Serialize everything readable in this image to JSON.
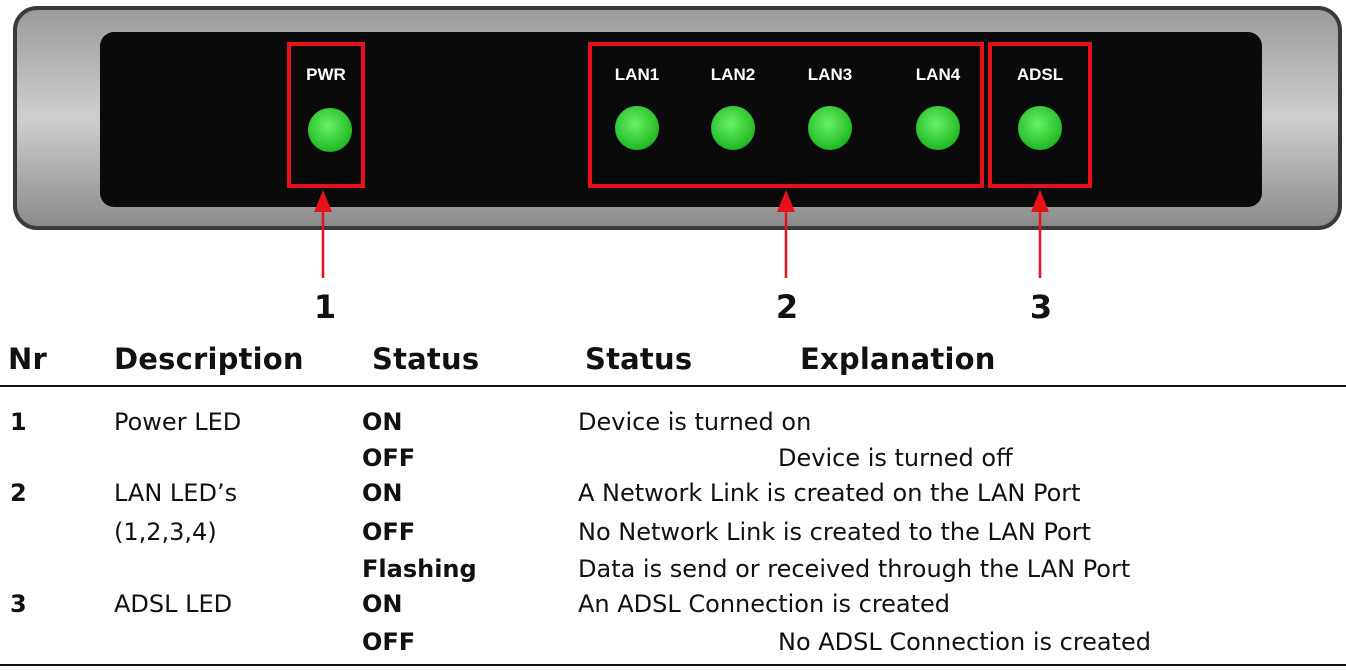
{
  "panel": {
    "leds": [
      {
        "label": "PWR",
        "color": "#2bd42b"
      },
      {
        "label": "LAN1",
        "color": "#2bd42b"
      },
      {
        "label": "LAN2",
        "color": "#2bd42b"
      },
      {
        "label": "LAN3",
        "color": "#2bd42b"
      },
      {
        "label": "LAN4",
        "color": "#2bd42b"
      },
      {
        "label": "ADSL",
        "color": "#2bd42b"
      }
    ],
    "callouts": [
      "1",
      "2",
      "3"
    ],
    "highlight_color": "#e8101a"
  },
  "table": {
    "headers": {
      "nr": "Nr",
      "description": "Description",
      "status": "Status",
      "status2": "Status",
      "explanation": "Explanation"
    },
    "rows": [
      {
        "nr": "1",
        "description": "Power LED",
        "status": "ON",
        "explanation": "Device is turned on"
      },
      {
        "nr": "",
        "description": "",
        "status": "OFF",
        "explanation": "Device is turned off"
      },
      {
        "nr": "2",
        "description": "LAN LED’s",
        "status": "ON",
        "explanation": "A Network Link is created on the LAN Port"
      },
      {
        "nr": "",
        "description": "(1,2,3,4)",
        "status": "OFF",
        "explanation": "No Network Link is created to the LAN Port"
      },
      {
        "nr": "",
        "description": "",
        "status": "Flashing",
        "explanation": "Data is send or received through the LAN Port"
      },
      {
        "nr": "3",
        "description": "ADSL LED",
        "status": "ON",
        "explanation": "An ADSL Connection is created"
      },
      {
        "nr": "",
        "description": "",
        "status": "OFF",
        "explanation": "No ADSL Connection is created"
      }
    ]
  }
}
